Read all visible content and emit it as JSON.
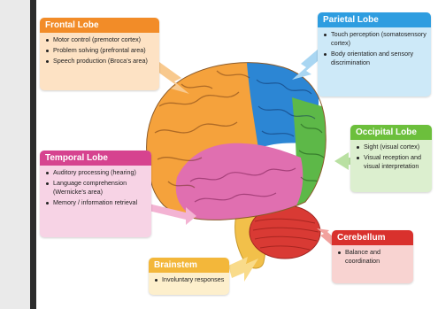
{
  "lobes": {
    "frontal": {
      "title": "Frontal Lobe",
      "items": [
        "Motor control (premotor cortex)",
        "Problem solving (prefrontal area)",
        "Speech production (Broca’s area)"
      ]
    },
    "parietal": {
      "title": "Parietal Lobe",
      "items": [
        "Touch perception (somatosensory cortex)",
        "Body orientation and sensory discrimination"
      ]
    },
    "occipital": {
      "title": "Occipital Lobe",
      "items": [
        "Sight (visual cortex)",
        "Visual reception and visual interpretation"
      ]
    },
    "temporal": {
      "title": "Temporal Lobe",
      "items": [
        "Auditory processing (hearing)",
        "Language comprehension (Wernicke’s area)",
        "Memory / information retrieval"
      ]
    },
    "brainstem": {
      "title": "Brainstem",
      "items": [
        "Involuntary responses"
      ]
    },
    "cerebellum": {
      "title": "Cerebellum",
      "items": [
        "Balance and coordination"
      ]
    }
  },
  "colors": {
    "frontal_header": "#f28c28",
    "frontal_body": "#fde2c4",
    "frontal_brain": "#f5a23c",
    "parietal_header": "#2e9de0",
    "parietal_body": "#cde9f8",
    "parietal_brain": "#2c86d4",
    "occipital_header": "#6cbf3c",
    "occipital_body": "#dcefcf",
    "occipital_brain": "#5db848",
    "temporal_header": "#d6438f",
    "temporal_body": "#f7d3e5",
    "temporal_brain": "#e06fb0",
    "brainstem_header": "#f3b73a",
    "brainstem_body": "#fdefcc",
    "brainstem_brain": "#f2c04a",
    "cerebellum_header": "#d9312d",
    "cerebellum_body": "#f8d3d1",
    "cerebellum_brain": "#d93a34"
  }
}
